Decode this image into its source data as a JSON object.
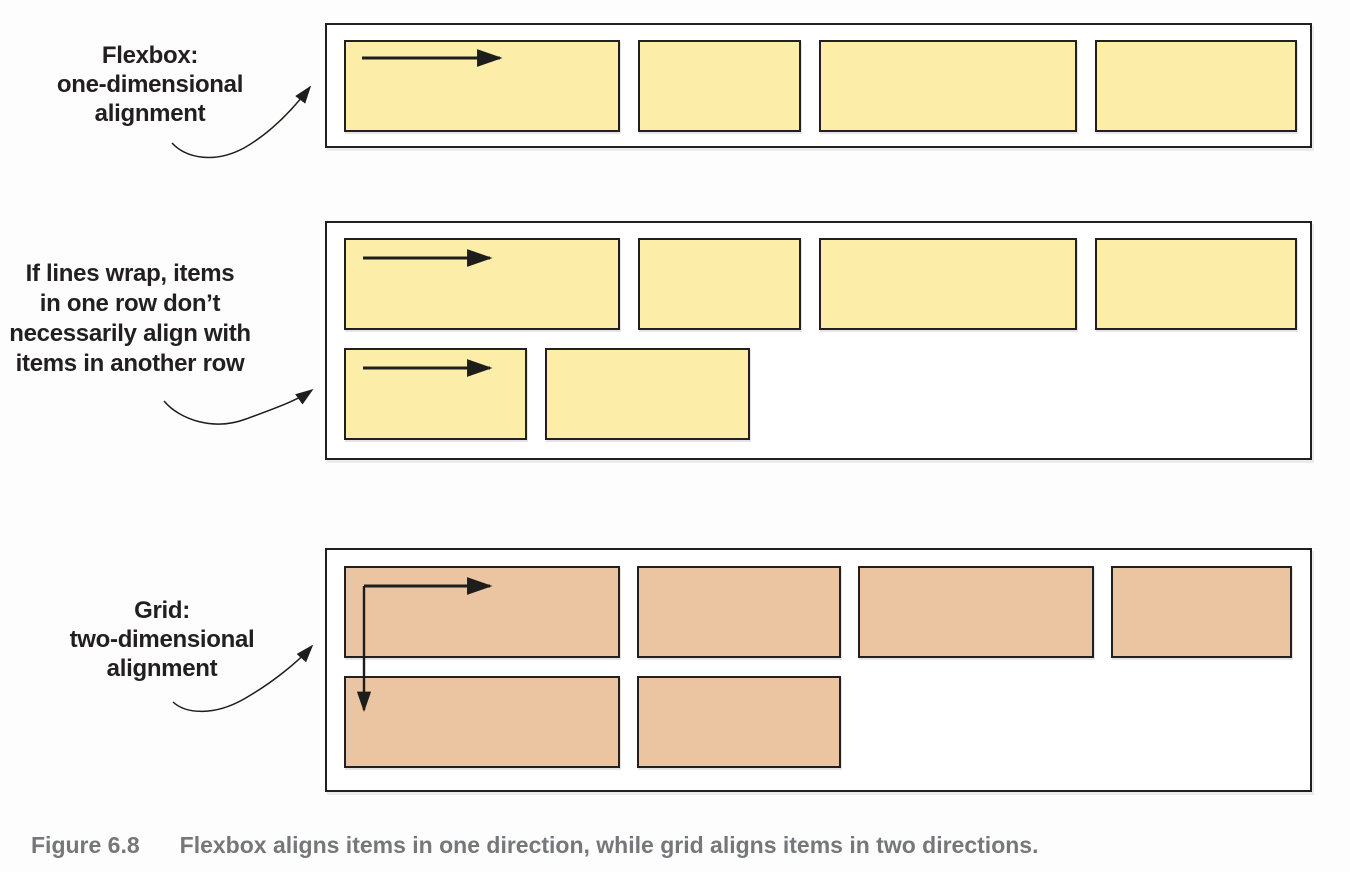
{
  "figure": {
    "caption_label": "Figure 6.8",
    "caption_text": "Flexbox aligns items in one direction, while grid aligns items in two directions."
  },
  "colors": {
    "flex_item_fill": "#fceda9",
    "grid_item_fill": "#ebc4a2",
    "outline": "#231f20",
    "arrow": "#1d1d1b",
    "label_text": "#231f20",
    "caption_text": "#76777a",
    "background": "#fdfdfd"
  },
  "sections": {
    "flexbox": {
      "label": "Flexbox:\none-dimensional\nalignment",
      "item_count": 4,
      "flow_arrow": "right-arrow in first item"
    },
    "flexbox_wrap": {
      "label": "If lines wrap, items\nin one row don’t\nnecessarily align with\nitems in another row",
      "row1_item_count": 4,
      "row2_item_count": 2,
      "flow_arrows": "right-arrow in first item of each row"
    },
    "grid": {
      "label": "Grid:\ntwo-dimensional\nalignment",
      "row1_item_count": 4,
      "row2_item_count": 2,
      "flow_arrow": "L-shaped arrow pointing right and down across rows"
    }
  },
  "icons": {
    "flow_right_arrow": "→",
    "flow_down_arrow": "↓",
    "callout_curved_arrow": "curved annotation arrow pointing at container"
  }
}
